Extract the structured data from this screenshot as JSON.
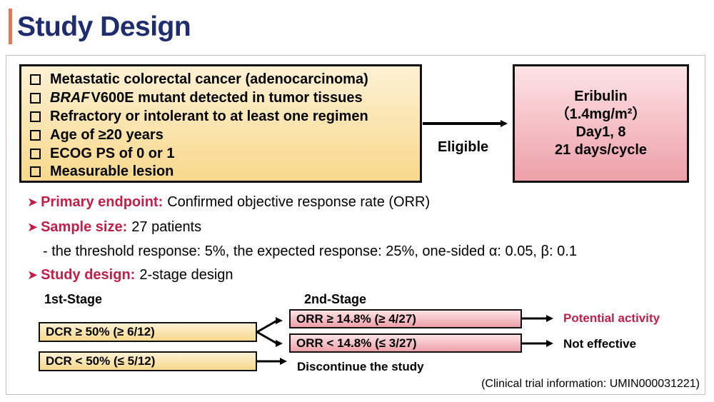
{
  "slide": {
    "title": "Study Design",
    "criteria": [
      {
        "italic": "",
        "text": "Metastatic colorectal cancer (adenocarcinoma)"
      },
      {
        "italic": "BRAF",
        "text": "V600E mutant detected in tumor tissues"
      },
      {
        "italic": "",
        "text": "Refractory or intolerant to at least one regimen"
      },
      {
        "italic": "",
        "text": "Age of ≥20 years"
      },
      {
        "italic": "",
        "text": "ECOG PS of 0 or 1"
      },
      {
        "italic": "",
        "text": "Measurable lesion"
      }
    ],
    "eligible_label": "Eligible",
    "treatment": {
      "drug": "Eribulin",
      "dose": "（1.4mg/m²）",
      "days": "Day1, 8",
      "cycle": "21 days/cycle"
    },
    "primary_endpoint": {
      "label": "Primary endpoint:",
      "value": "Confirmed objective response rate (ORR)"
    },
    "sample_size": {
      "label": "Sample size:",
      "value": "27 patients"
    },
    "sample_note": "- the threshold response: 5%, the expected response: 25%, one-sided α: 0.05, β: 0.1",
    "study_design": {
      "label": "Study design:",
      "value": "2-stage design"
    },
    "stage1_label": "1st-Stage",
    "stage2_label": "2nd-Stage",
    "stage1_pass": "DCR ≥ 50% (≥ 6/12)",
    "stage1_fail": "DCR < 50% (≤ 5/12)",
    "stage2_pass": "ORR ≥ 14.8% (≥ 4/27)",
    "stage2_fail": "ORR < 14.8% (≤ 3/27)",
    "outcome_pass": "Potential activity",
    "outcome_fail": "Not effective",
    "outcome_stop": "Discontinue the study",
    "footnote": "(Clinical trial information: UMIN000031221)",
    "colors": {
      "title": "#1f2c6e",
      "accent": "#c21e47",
      "yellow": "#f8d88c",
      "pink": "#eda0a8"
    }
  }
}
